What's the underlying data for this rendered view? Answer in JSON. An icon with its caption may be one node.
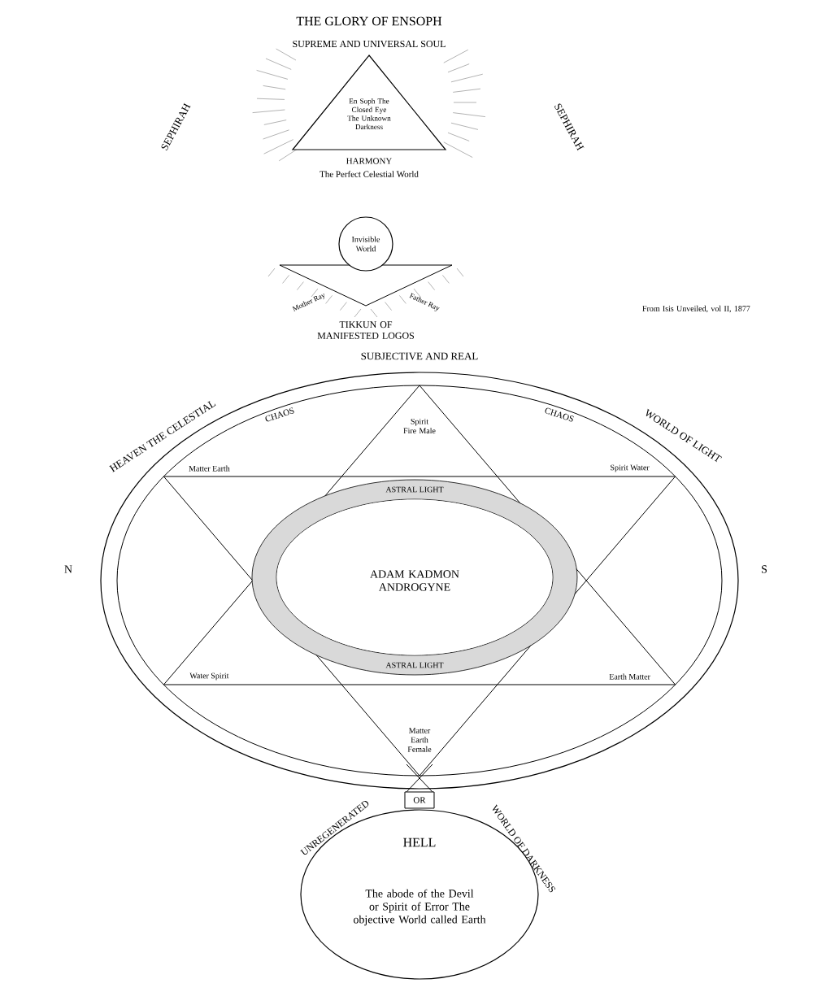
{
  "diagram": {
    "nodes": [
      {
        "text": [
          "En Soph The Closed Eye The Unknown Darkness"
        ]
      },
      {
        "text": [
          "Invisible World"
        ]
      },
      {
        "text": [
          "ASTRAL LIGHT",
          "ADAM KADMON ANDROGYNE",
          "ASTRAL LIGHT"
        ]
      },
      {
        "text": [
          "OR"
        ]
      },
      {
        "text": [
          "HELL",
          "The abode of the Devil or Spirit of Error The objective World called Earth"
        ]
      }
    ],
    "labels": [
      "THE GLORY OF ENSOPH",
      "SUPREME AND UNIVERSAL SOUL",
      "SEPHIRAH",
      "SEPHIRAH",
      "HARMONY",
      "The Perfect Celestial World",
      "Mother Ray",
      "Father Ray",
      "TIKKUN OF MANIFESTED LOGOS",
      "From Isis Unveiled, vol II, 1877",
      "HEAVEN THE CELESTIAL",
      "SUBJECTIVE AND REAL",
      "WORLD OF LIGHT",
      "CHAOS",
      "CHAOS",
      "Spirit Fire Male",
      "Matter Earth",
      "Spirit Water",
      "N",
      "S",
      "Water Spirit",
      "Earth Matter",
      "Matter Earth Female",
      "UNREGENERATED",
      "WORLD OF DARKNESS"
    ]
  }
}
